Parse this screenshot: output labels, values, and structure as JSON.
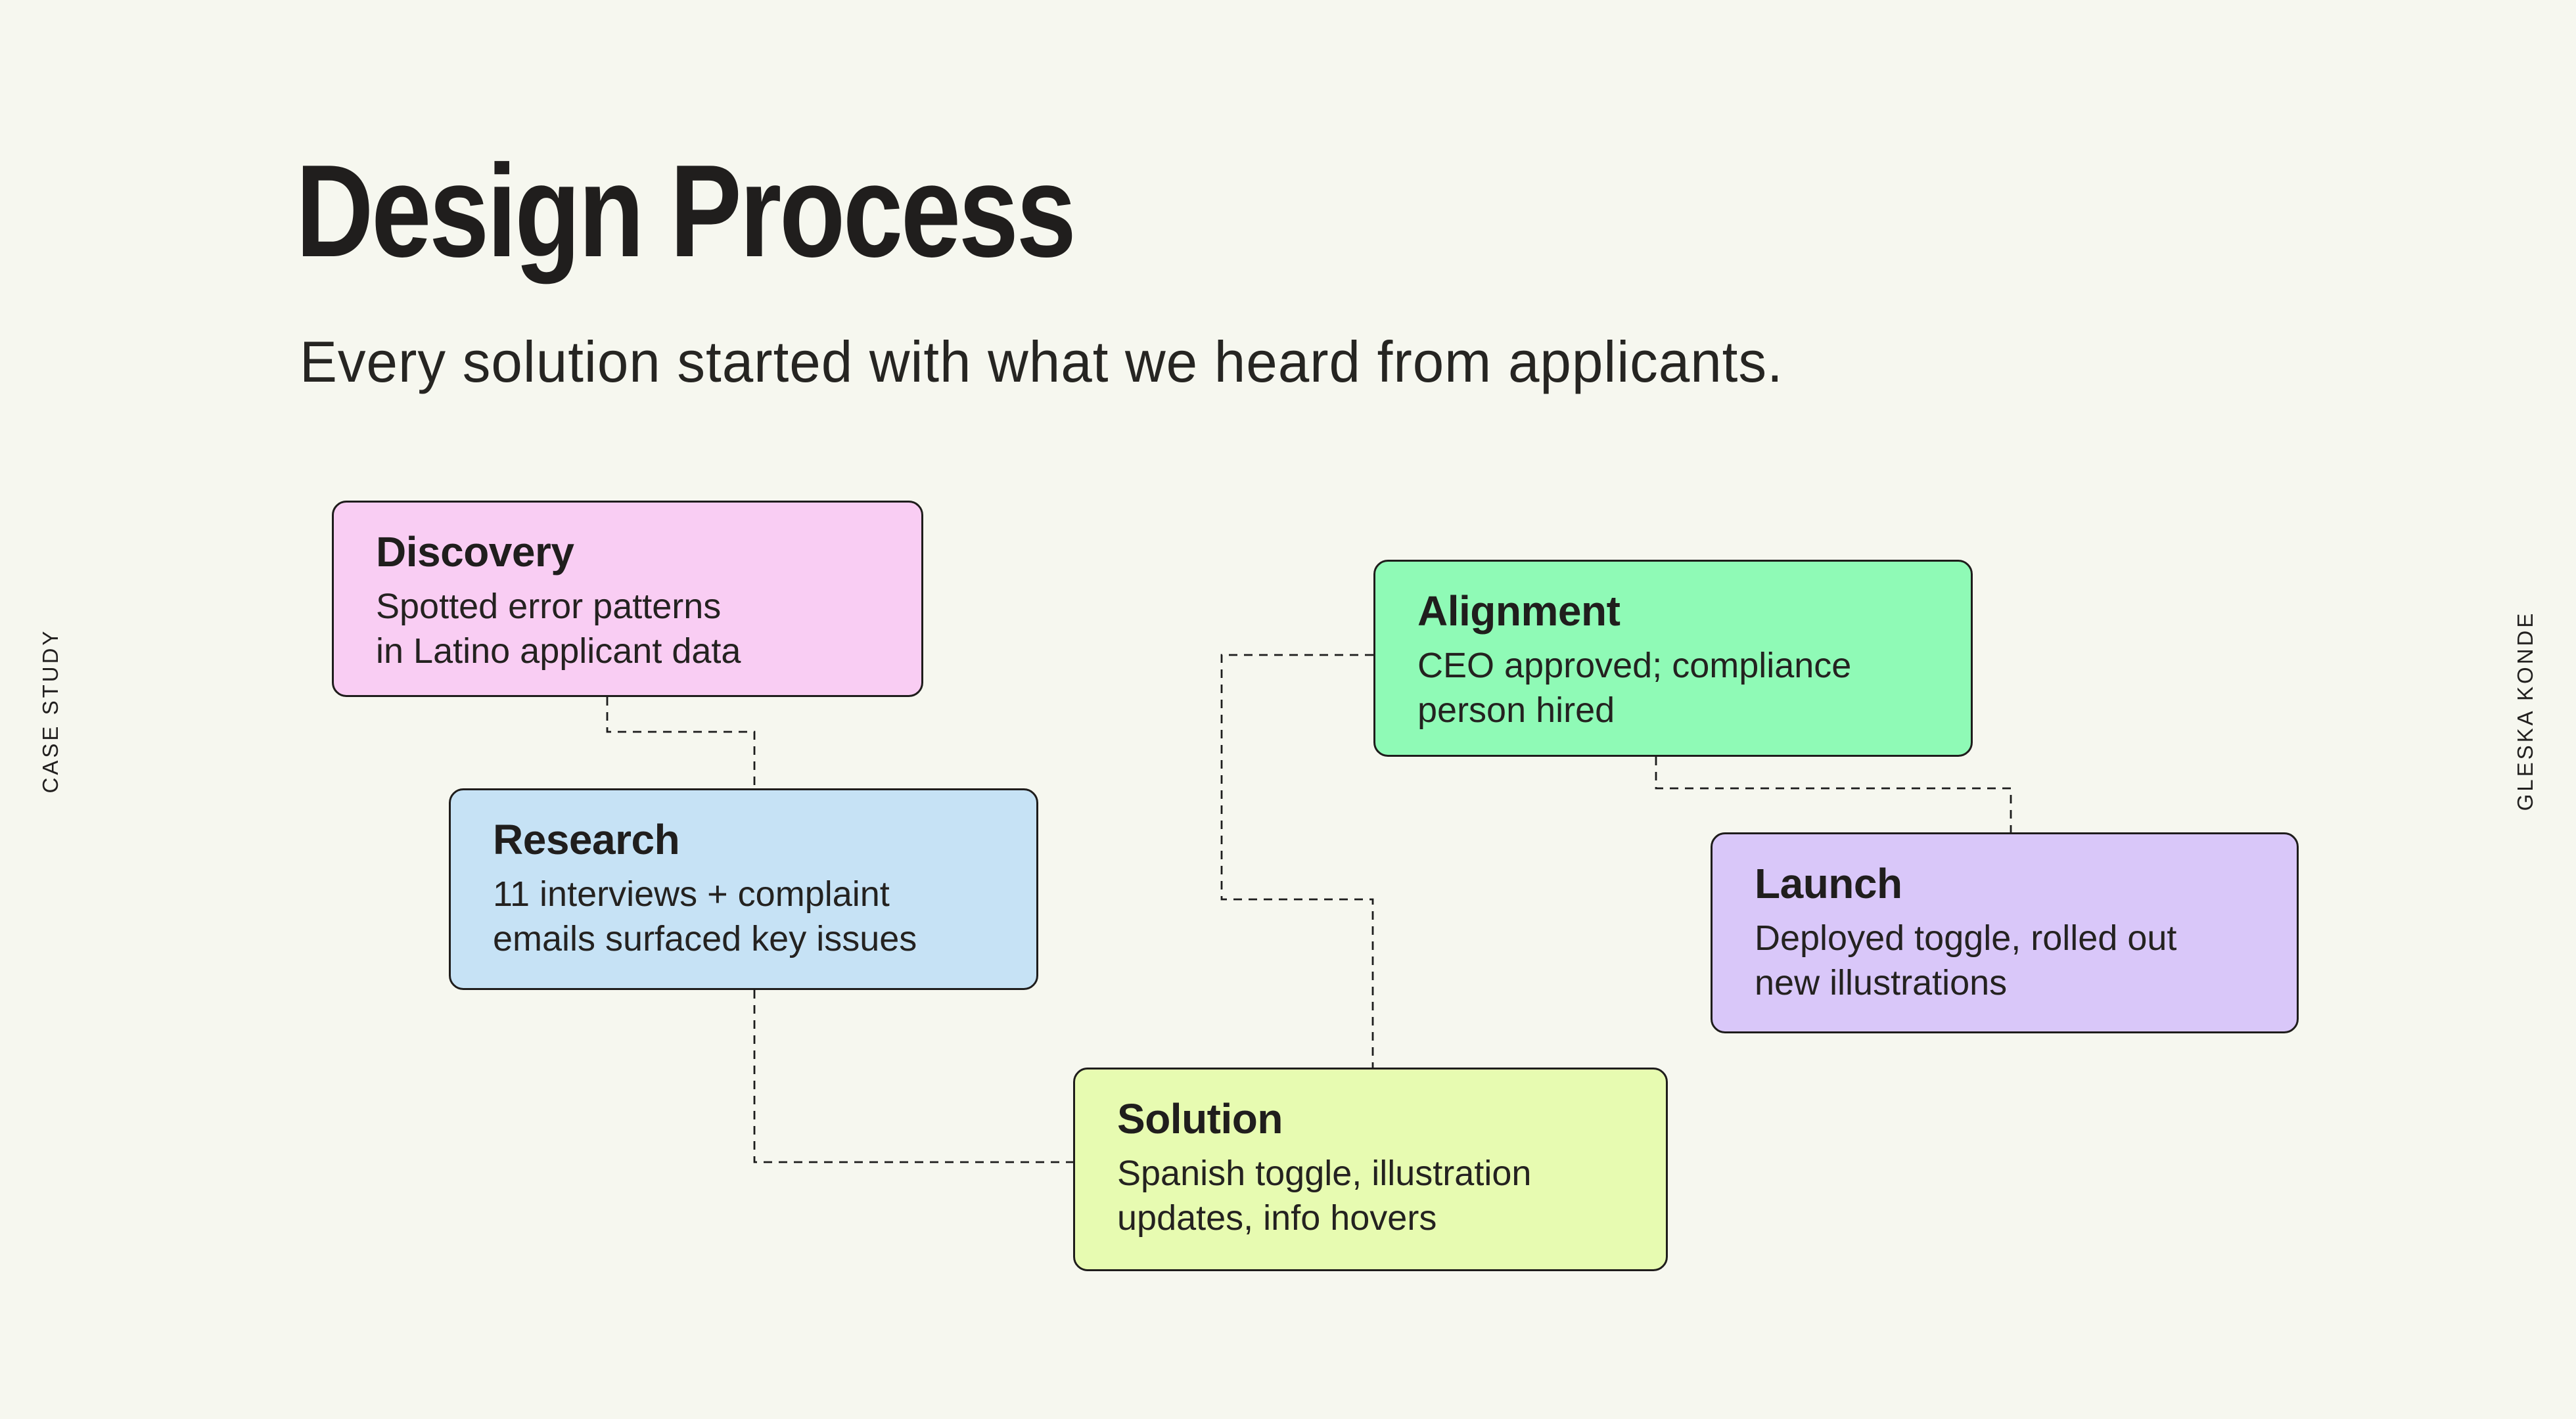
{
  "slide": {
    "title": "Design Process",
    "subtitle": "Every solution started with what we heard from applicants.",
    "left_label": "CASE STUDY",
    "right_label": "GLESKA KONDE"
  },
  "colors": {
    "background": "#f6f7ef",
    "ink": "#201e1d",
    "connector": "#1c1c1c",
    "card_border": "#1f1d1c"
  },
  "cards": [
    {
      "id": "discovery",
      "title": "Discovery",
      "body": "Spotted error patterns\nin Latino applicant data",
      "color": "#f9cdf3"
    },
    {
      "id": "research",
      "title": "Research",
      "body": "11 interviews + complaint\nemails surfaced key issues",
      "color": "#c6e2f5"
    },
    {
      "id": "alignment",
      "title": "Alignment",
      "body": "CEO approved; compliance\nperson hired",
      "color": "#8ffab6"
    },
    {
      "id": "launch",
      "title": "Launch",
      "body": "Deployed toggle, rolled out\nnew illustrations",
      "color": "#d9c7f9"
    },
    {
      "id": "solution",
      "title": "Solution",
      "body": "Spanish toggle, illustration\nupdates, info hovers",
      "color": "#e7fbb1"
    }
  ]
}
